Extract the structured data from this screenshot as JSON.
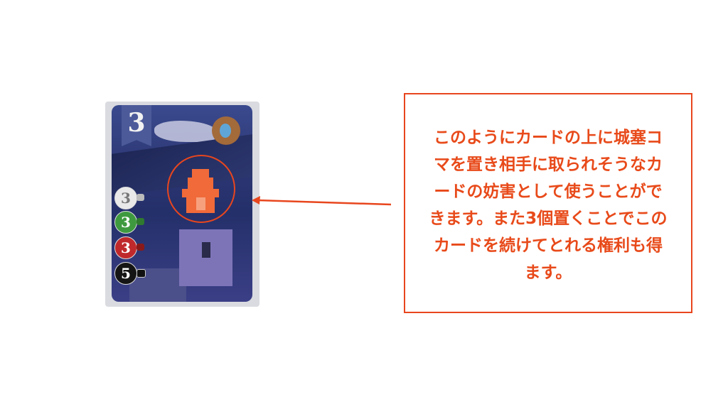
{
  "card": {
    "number": "3",
    "costs": [
      {
        "value": "3",
        "color": "#e9e9ea",
        "resource": "silver"
      },
      {
        "value": "3",
        "color": "#3f9a3f",
        "resource": "green"
      },
      {
        "value": "3",
        "color": "#c0292c",
        "resource": "red"
      },
      {
        "value": "5",
        "color": "#151515",
        "resource": "black"
      }
    ]
  },
  "annotation": {
    "color": "#e8461e",
    "lines": [
      "このようにカードの上に城塞コ",
      "マを置き相手に取られそうなカ",
      "ードの妨害として使うことがで",
      "きます。また3個置くことでこの",
      "カードを続けてとれる権利も得",
      "ます。"
    ]
  }
}
